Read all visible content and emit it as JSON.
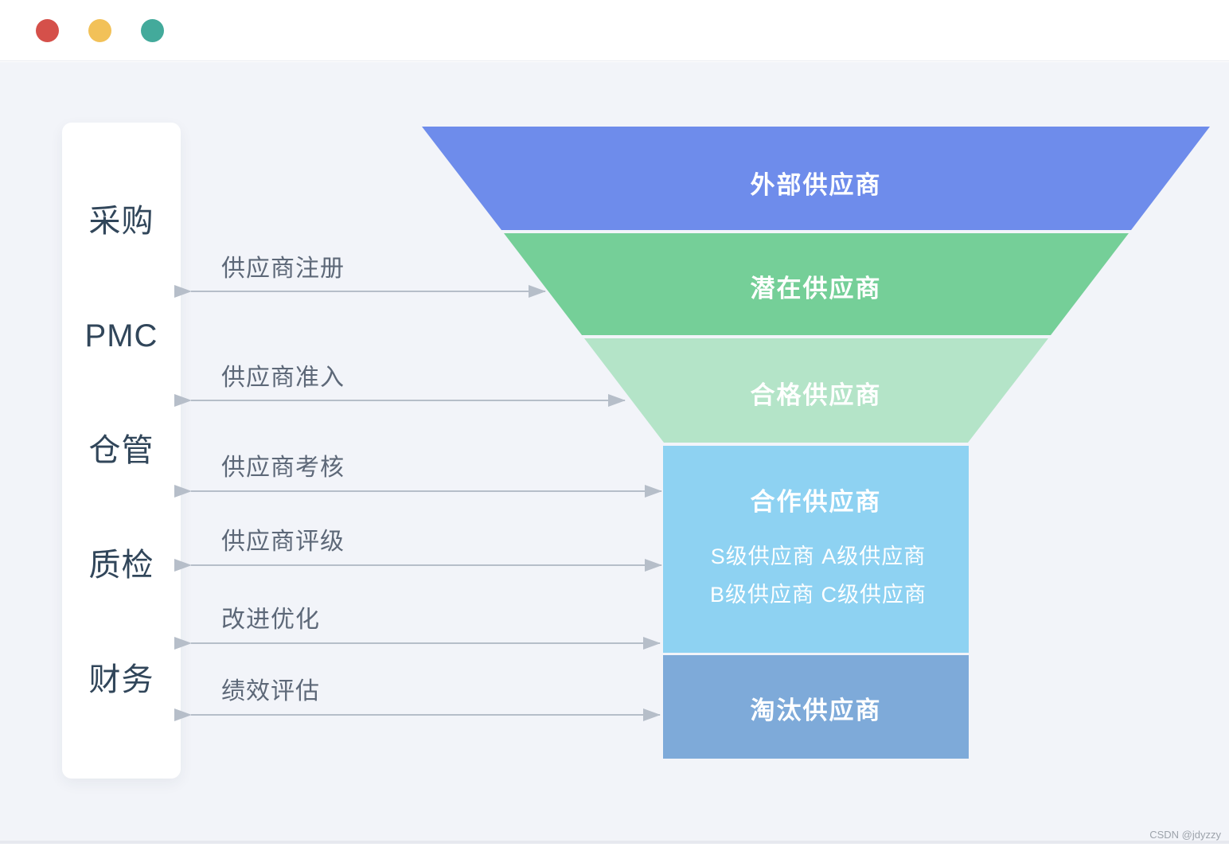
{
  "window": {
    "traffic_lights": [
      {
        "name": "close",
        "color": "#d5504a"
      },
      {
        "name": "minimize",
        "color": "#f2c158"
      },
      {
        "name": "zoom",
        "color": "#43aa9b"
      }
    ]
  },
  "sidebar": {
    "items": [
      {
        "label": "采购"
      },
      {
        "label": "PMC"
      },
      {
        "label": "仓管"
      },
      {
        "label": "质检"
      },
      {
        "label": "财务"
      }
    ]
  },
  "processes": [
    {
      "label": "供应商注册"
    },
    {
      "label": "供应商准入"
    },
    {
      "label": "供应商考核"
    },
    {
      "label": "供应商评级"
    },
    {
      "label": "改进优化"
    },
    {
      "label": "绩效评估"
    }
  ],
  "funnel": {
    "stages": [
      {
        "label": "外部供应商",
        "color": "#6e8ceb"
      },
      {
        "label": "潜在供应商",
        "color": "#75cf98"
      },
      {
        "label": "合格供应商",
        "color": "#b4e4c8"
      },
      {
        "label": "合作供应商",
        "color": "#8ed2f2",
        "sub_lines": [
          "S级供应商 A级供应商",
          "B级供应商 C级供应商"
        ]
      },
      {
        "label": "淘汰供应商",
        "color": "#7eaad9"
      }
    ]
  },
  "watermark": "CSDN @jdyzzy",
  "colors": {
    "background": "#f2f4f9",
    "topbar": "#ffffff",
    "arrow": "#b6bec9",
    "process_label_text": "#5d6878",
    "sidebar_text": "#31465a",
    "stage_text": "#ffffff"
  }
}
